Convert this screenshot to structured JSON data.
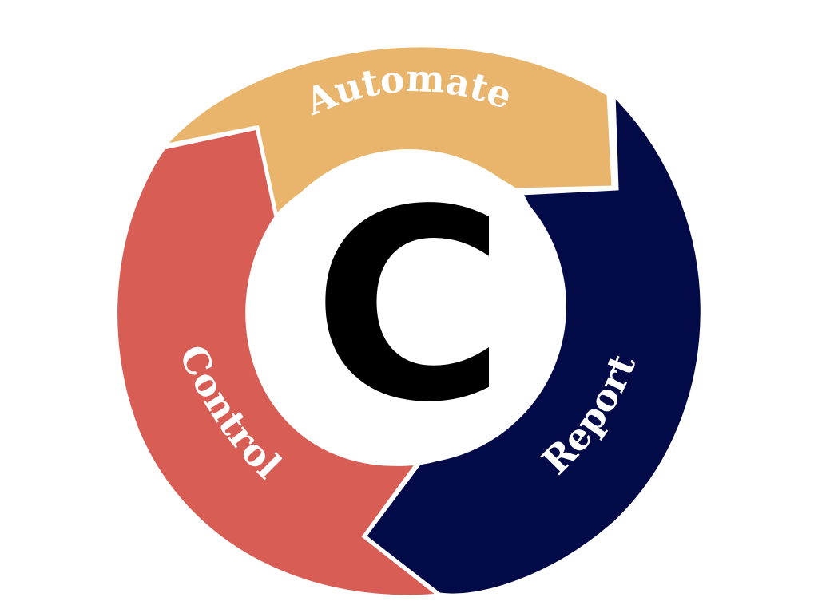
{
  "diagram": {
    "center_letter": "C",
    "colors": {
      "automate": "#E9B56C",
      "report": "#020B48",
      "control": "#D85D55",
      "center": "#FFFFFF",
      "letter": "#000000",
      "separator": "#FFFFFF"
    },
    "segments": [
      {
        "id": "automate",
        "label": "Automate"
      },
      {
        "id": "report",
        "label": "Report"
      },
      {
        "id": "control",
        "label": "Control"
      }
    ]
  }
}
